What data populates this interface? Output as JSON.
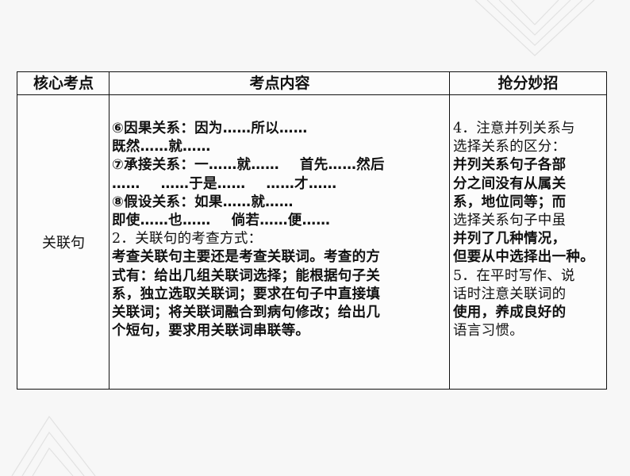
{
  "table": {
    "headers": {
      "core_point": "核心考点",
      "content": "考点内容",
      "tips": "抢分妙招"
    },
    "row": {
      "core_point": "关联句",
      "content_lines": [
        {
          "parts": [
            "⑥因果关系：因为……所以……"
          ],
          "bold": true
        },
        {
          "parts": [
            "既然……就……"
          ],
          "bold": true
        },
        {
          "parts": [
            "⑦承接关系：一……就……",
            "首先……然后"
          ],
          "bold": true
        },
        {
          "parts": [
            "……",
            "……于是……",
            "……才……"
          ],
          "bold": true
        },
        {
          "parts": [
            "⑧假设关系：如果……就……"
          ],
          "bold": true
        },
        {
          "parts": [
            "即使……也……",
            "倘若……便……"
          ],
          "bold": true
        },
        {
          "parts": [
            "2．关联句的考查方式："
          ],
          "bold": false
        },
        {
          "parts": [
            "考查关联句主要还是考查关联词。考查的方"
          ],
          "bold": true
        },
        {
          "parts": [
            "式有：给出几组关联词选择；能根据句子关"
          ],
          "bold": true
        },
        {
          "parts": [
            "系，独立选取关联词；要求在句子中直接填"
          ],
          "bold": true
        },
        {
          "parts": [
            "关联词；将关联词融合到病句修改；给出几"
          ],
          "bold": true
        },
        {
          "parts": [
            "个短句，要求用关联词串联等。"
          ],
          "bold": true
        }
      ],
      "tips_lines": [
        {
          "text": "4．注意并列关系与",
          "bold": false
        },
        {
          "text": "选择关系的区分：",
          "bold": false
        },
        {
          "text": "并列关系句子各部",
          "bold": true
        },
        {
          "text": "分之间没有从属关",
          "bold": true
        },
        {
          "text": "系，地位同等；而",
          "bold": true
        },
        {
          "text": "选择关系句子中虽",
          "bold": false
        },
        {
          "text": "并列了几种情况，",
          "bold": true
        },
        {
          "text": "但要从中选择出一种。",
          "bold": true
        },
        {
          "text": "5．在平时写作、说",
          "bold": false
        },
        {
          "text": "话时注意关联词的",
          "bold": false
        },
        {
          "text": "使用，养成良好的",
          "bold": true
        },
        {
          "text": "语言习惯。",
          "bold": false
        }
      ]
    }
  },
  "colors": {
    "background": "#f7f7f7",
    "border": "#111111",
    "text": "#111111",
    "decoration": "#e2e2e2"
  }
}
